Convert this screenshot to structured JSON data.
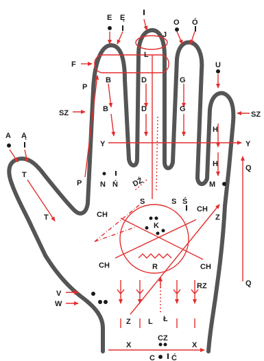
{
  "diagram": {
    "colors": {
      "hand_outline": "#555555",
      "arrows": "#e32d2d",
      "text": "#1a1a1a"
    },
    "labels": {
      "E": "E",
      "E_ogonek": "Ę",
      "I": "I",
      "O": "O",
      "O_acute": "Ó",
      "J": "J",
      "U": "U",
      "F": "F",
      "P": "P",
      "SZ": "SZ",
      "B": "B",
      "D": "D",
      "L": "L",
      "G": "G",
      "H": "H",
      "A": "A",
      "A_ogonek": "Ą",
      "T": "T",
      "Y": "Y",
      "Q": "Q",
      "N": "N",
      "N_acute": "Ń",
      "M": "M",
      "DZ": "DŹ",
      "S": "S",
      "S_acute": "Ś",
      "CH": "CH",
      "Z": "Z",
      "K": "K",
      "R": "R",
      "V": "V",
      "W": "W",
      "RZ": "RZ",
      "L_stroke": "Ł",
      "X": "X",
      "CZ": "CZ",
      "C": "C",
      "C_acute": "Ć"
    }
  }
}
